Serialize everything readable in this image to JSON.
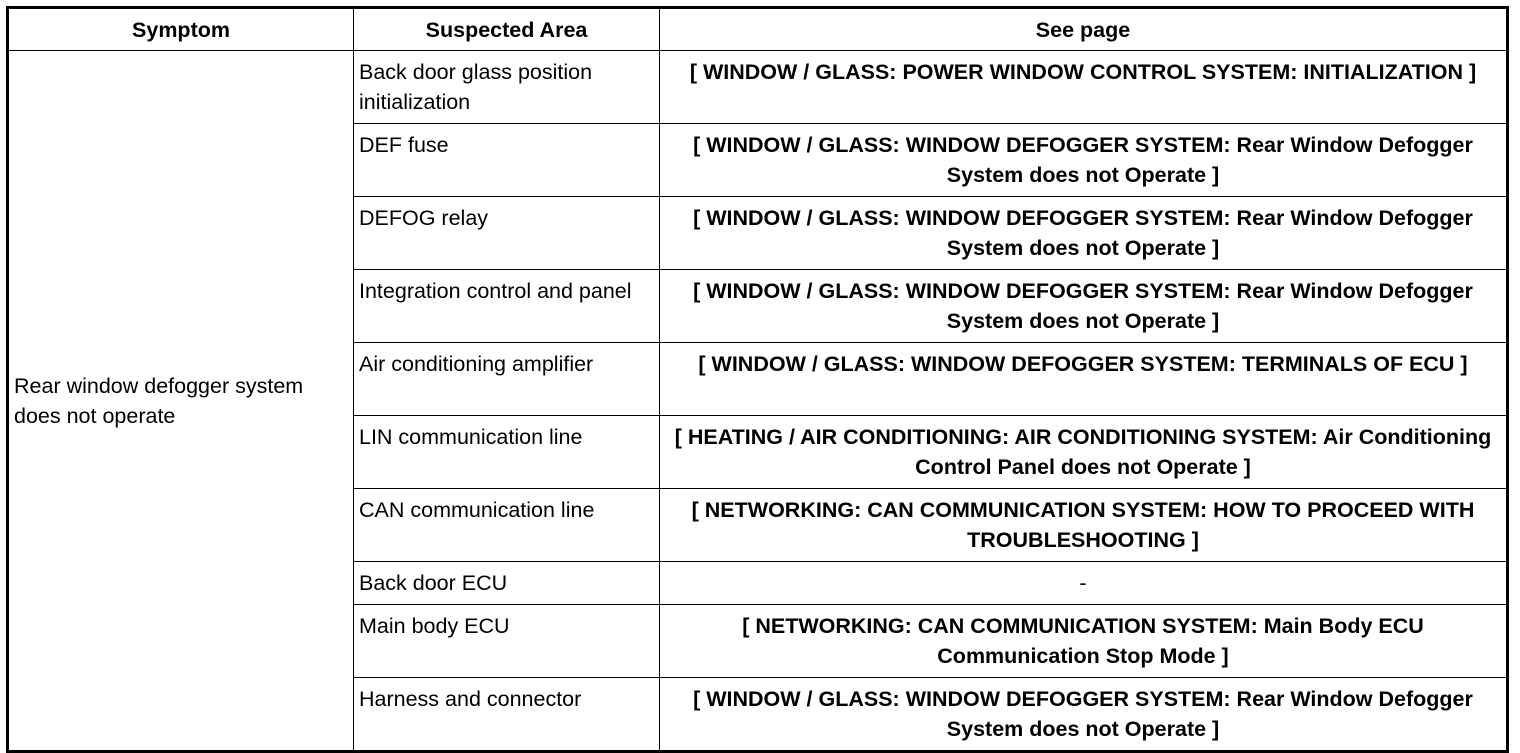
{
  "table": {
    "headers": {
      "symptom": "Symptom",
      "area": "Suspected Area",
      "page": "See page"
    },
    "symptom": "Rear window defogger system does not operate",
    "rows": [
      {
        "area": "Back door glass position initialization",
        "page": "[ WINDOW / GLASS: POWER WINDOW CONTROL SYSTEM: INITIALIZATION ]"
      },
      {
        "area": "DEF fuse",
        "page": "[ WINDOW / GLASS: WINDOW DEFOGGER SYSTEM: Rear Window Defogger System does not Operate ]"
      },
      {
        "area": "DEFOG relay",
        "page": "[ WINDOW / GLASS: WINDOW DEFOGGER SYSTEM: Rear Window Defogger System does not Operate ]"
      },
      {
        "area": "Integration control and panel",
        "page": "[ WINDOW / GLASS: WINDOW DEFOGGER SYSTEM: Rear Window Defogger System does not Operate ]"
      },
      {
        "area": "Air conditioning amplifier",
        "page": "[ WINDOW / GLASS: WINDOW DEFOGGER SYSTEM: TERMINALS OF ECU ]"
      },
      {
        "area": "LIN communication line",
        "page": "[ HEATING / AIR CONDITIONING: AIR CONDITIONING SYSTEM: Air Conditioning Control Panel does not Operate ]"
      },
      {
        "area": "CAN communication line",
        "page": "[ NETWORKING: CAN COMMUNICATION SYSTEM: HOW TO PROCEED WITH TROUBLESHOOTING ]"
      },
      {
        "area": "Back door ECU",
        "page": "-"
      },
      {
        "area": "Main body ECU",
        "page": "[ NETWORKING: CAN COMMUNICATION SYSTEM: Main Body ECU Communication Stop Mode ]"
      },
      {
        "area": "Harness and connector",
        "page": "[ WINDOW / GLASS: WINDOW DEFOGGER SYSTEM: Rear Window Defogger System does not Operate ]"
      }
    ]
  }
}
